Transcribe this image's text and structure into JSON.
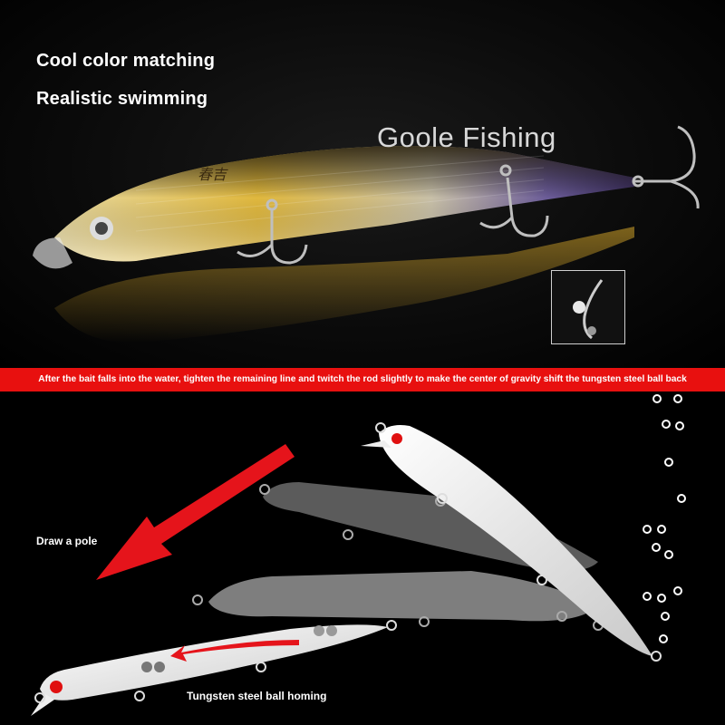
{
  "headline": {
    "line1": "Cool color matching",
    "line2": "Realistic swimming"
  },
  "watermark": "Goole Fishing",
  "banner_text": "After the bait falls into the water, tighten the remaining line and twitch the rod slightly to make the center of gravity shift the tungsten steel ball back",
  "labels": {
    "draw_pole": "Draw a pole",
    "ball_homing": "Tungsten steel ball homing"
  },
  "colors": {
    "banner": "#e8100f",
    "arrow": "#e5141b",
    "lure_eye": "#e01010",
    "lure_belly": "#d9a92a",
    "lure_back": "#5b4a8a"
  },
  "icons": [
    "treble-hook-icon",
    "bubble-icon",
    "arrow-icon"
  ]
}
